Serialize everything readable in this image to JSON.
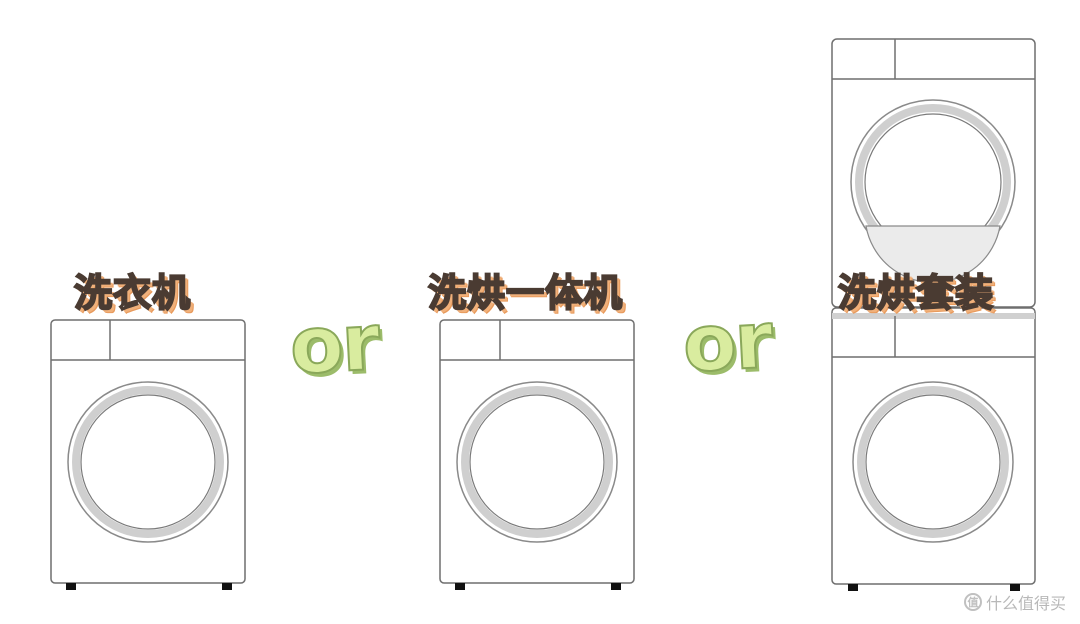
{
  "labels": {
    "washer": "洗衣机",
    "combo": "洗烘一体机",
    "set": "洗烘套装"
  },
  "connectors": [
    "or",
    "or"
  ],
  "watermark": {
    "icon": "值",
    "text": "什么值得买"
  }
}
